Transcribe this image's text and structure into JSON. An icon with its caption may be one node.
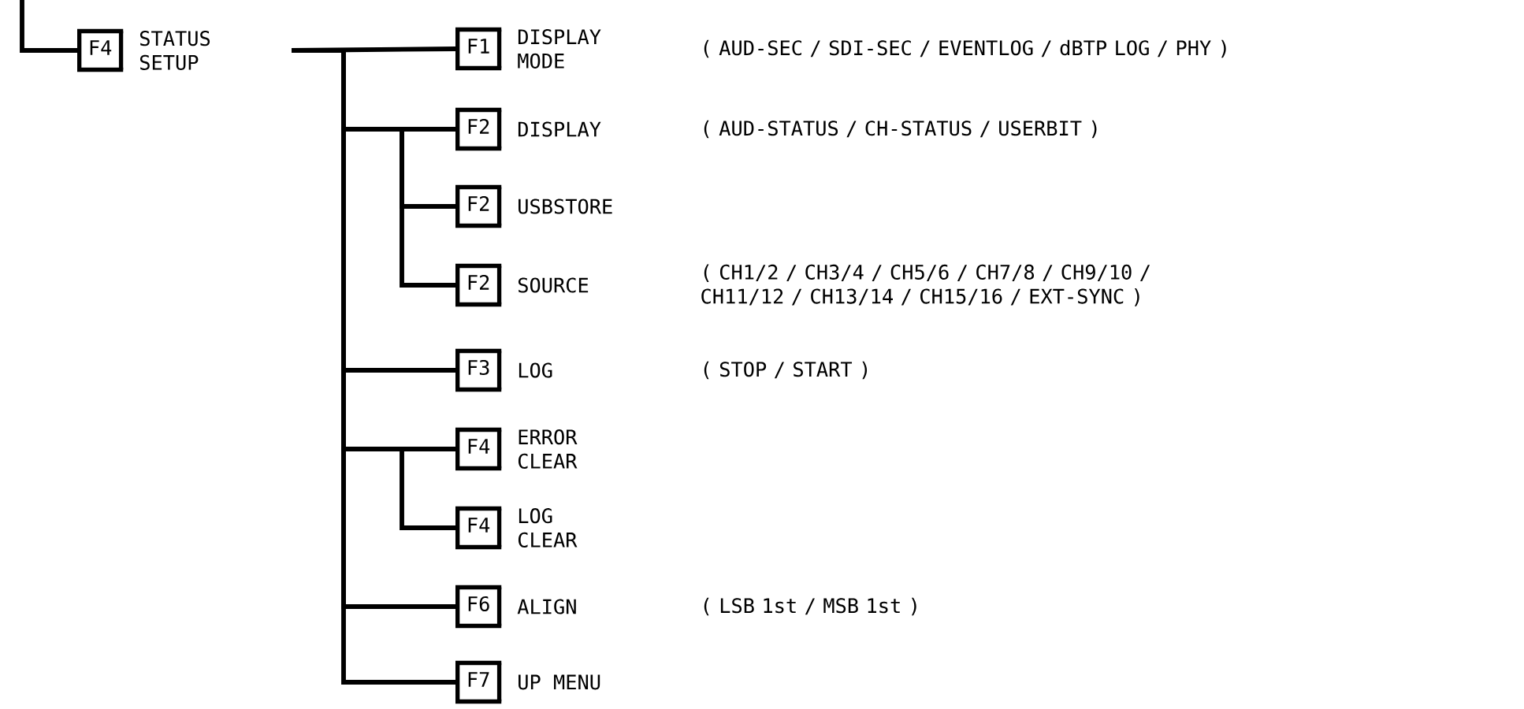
{
  "diagram": {
    "nodes": [
      {
        "text": [
          "F4",
          "STATUS SETUP"
        ]
      },
      {
        "text": [
          "F1",
          "DISPLAY MODE"
        ]
      },
      {
        "text": [
          "F2",
          "DISPLAY"
        ]
      },
      {
        "text": [
          "F2",
          "USBSTORE"
        ]
      },
      {
        "text": [
          "F2",
          "SOURCE"
        ]
      },
      {
        "text": [
          "F3",
          "LOG"
        ]
      },
      {
        "text": [
          "F4",
          "ERROR CLEAR"
        ]
      },
      {
        "text": [
          "F4",
          "LOG CLEAR"
        ]
      },
      {
        "text": [
          "F6",
          "ALIGN"
        ]
      },
      {
        "text": [
          "F7",
          "UP MENU"
        ]
      }
    ],
    "edges": [
      {
        "from": null,
        "to": 0,
        "arrow": "none"
      },
      {
        "from": 0,
        "to": 1,
        "arrow": "none"
      },
      {
        "from": 0,
        "to": 2,
        "arrow": "none"
      },
      {
        "from": 0,
        "to": 3,
        "arrow": "none"
      },
      {
        "from": 0,
        "to": 4,
        "arrow": "none"
      },
      {
        "from": 0,
        "to": 5,
        "arrow": "none"
      },
      {
        "from": 0,
        "to": 6,
        "arrow": "none"
      },
      {
        "from": 0,
        "to": 7,
        "arrow": "none"
      },
      {
        "from": 0,
        "to": 8,
        "arrow": "none"
      },
      {
        "from": 0,
        "to": 9,
        "arrow": "none"
      }
    ],
    "labels": [
      "( AUD-SEC / SDI-SEC / EVENTLOG / dBTP LOG / PHY )",
      "( AUD-STATUS / CH-STATUS / USERBIT )",
      "( CH1/2 / CH3/4 / CH5/6 / CH7/8 / CH9/10 / CH11/12 / CH13/14 / CH15/16 / EXT-SYNC )",
      "( STOP / START )",
      "( LSB 1st / MSB 1st )"
    ]
  }
}
